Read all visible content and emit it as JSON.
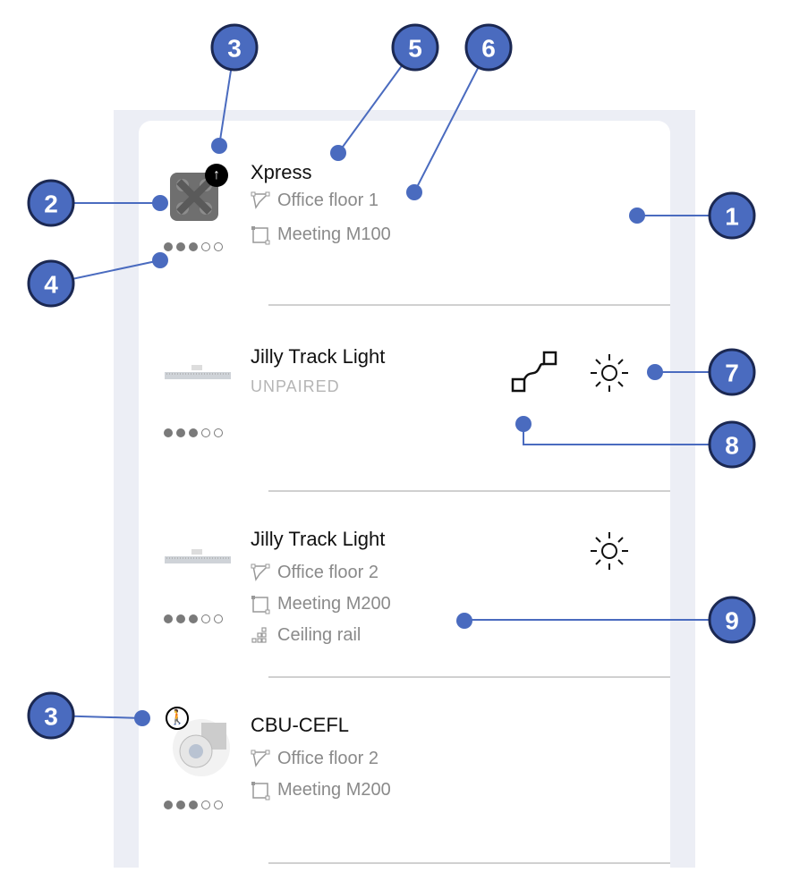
{
  "devices": [
    {
      "name": "Xpress",
      "status": null,
      "zone": "Office floor 1",
      "room": "Meeting M100",
      "group": null,
      "signal": 3,
      "signal_max": 5,
      "badge": "arrow-up-icon"
    },
    {
      "name": "Jilly Track Light",
      "status": "UNPAIRED",
      "zone": null,
      "room": null,
      "group": null,
      "signal": 3,
      "signal_max": 5
    },
    {
      "name": "Jilly Track Light",
      "status": null,
      "zone": "Office floor 2",
      "room": "Meeting M200",
      "group": "Ceiling rail",
      "signal": 3,
      "signal_max": 5
    },
    {
      "name": "CBU-CEFL",
      "status": null,
      "zone": "Office floor 2",
      "room": "Meeting M200",
      "group": null,
      "signal": 3,
      "signal_max": 5,
      "badge": "motion-sensor-icon"
    }
  ],
  "callouts": [
    "1",
    "2",
    "3",
    "4",
    "5",
    "6",
    "7",
    "8",
    "9",
    "3"
  ],
  "colors": {
    "callout_fill": "#4a6bbf",
    "callout_border": "#1b2852",
    "panel": "#eceef5"
  }
}
